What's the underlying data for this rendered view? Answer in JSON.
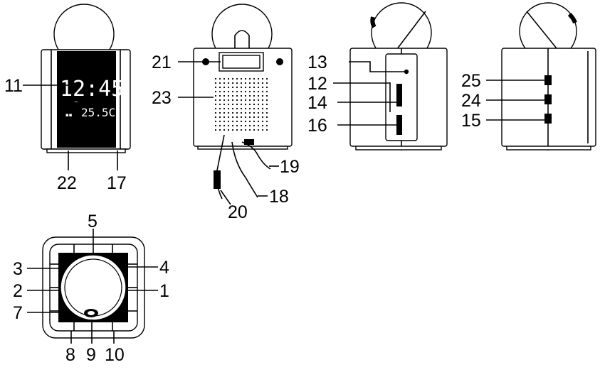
{
  "display": {
    "time": "12:45",
    "temperature": "25.5C"
  },
  "callouts": {
    "c1": "1",
    "c2": "2",
    "c3": "3",
    "c4": "4",
    "c5": "5",
    "c7": "7",
    "c8": "8",
    "c9": "9",
    "c10": "10",
    "c11": "11",
    "c12": "12",
    "c13": "13",
    "c14": "14",
    "c15": "15",
    "c16": "16",
    "c17": "17",
    "c18": "18",
    "c19": "19",
    "c20": "20",
    "c21": "21",
    "c22": "22",
    "c23": "23",
    "c24": "24",
    "c25": "25"
  },
  "colors": {
    "line": "#000000",
    "background": "#ffffff",
    "display": "#000000"
  }
}
